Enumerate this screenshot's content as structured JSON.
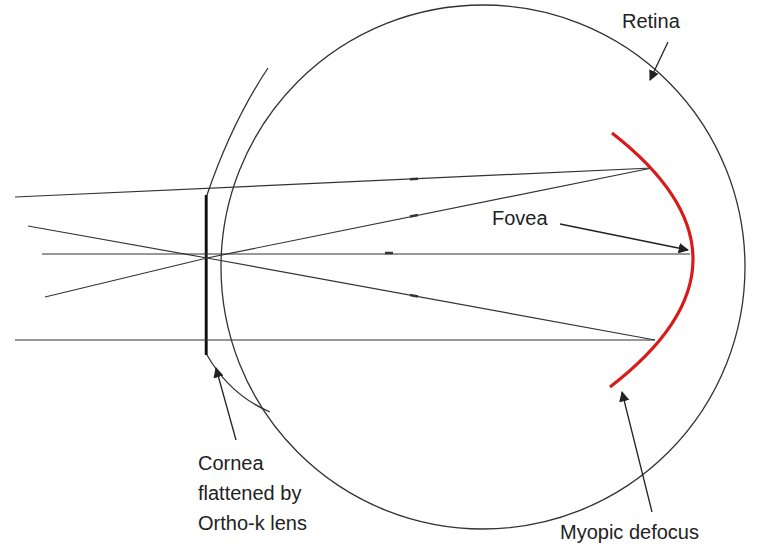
{
  "diagram": {
    "labels": [
      "Retina",
      "Fovea",
      "Cornea flattened by Ortho-k lens",
      "Myopic defocus"
    ]
  }
}
